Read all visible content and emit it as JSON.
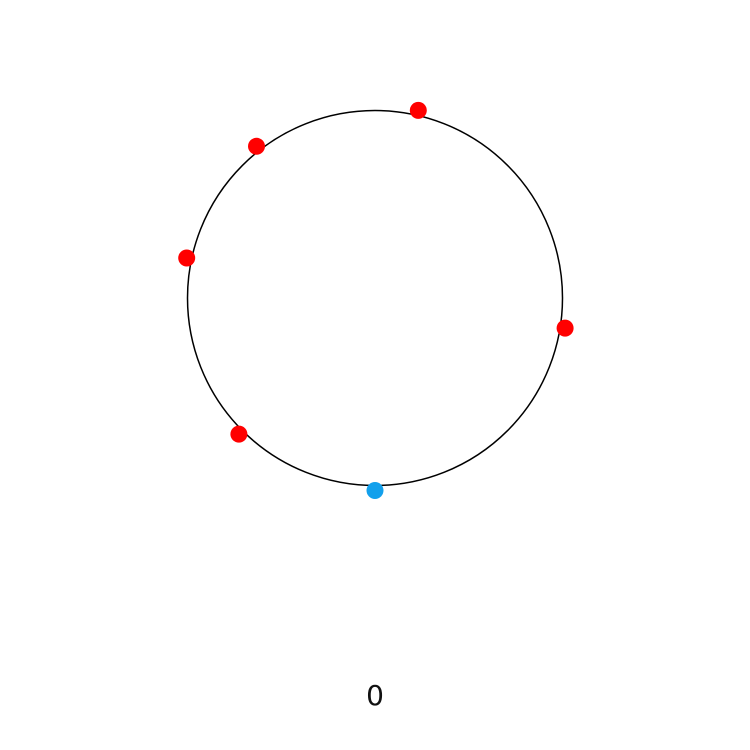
{
  "game": {
    "score": "0",
    "player_position_deg": 90,
    "obstacle_positions_deg": [
      -77,
      -128,
      -168,
      9,
      135
    ]
  },
  "colors": {
    "ring": "#000000",
    "obstacle": "#ff0000",
    "player": "#12a0ec",
    "background": "#ffffff"
  }
}
